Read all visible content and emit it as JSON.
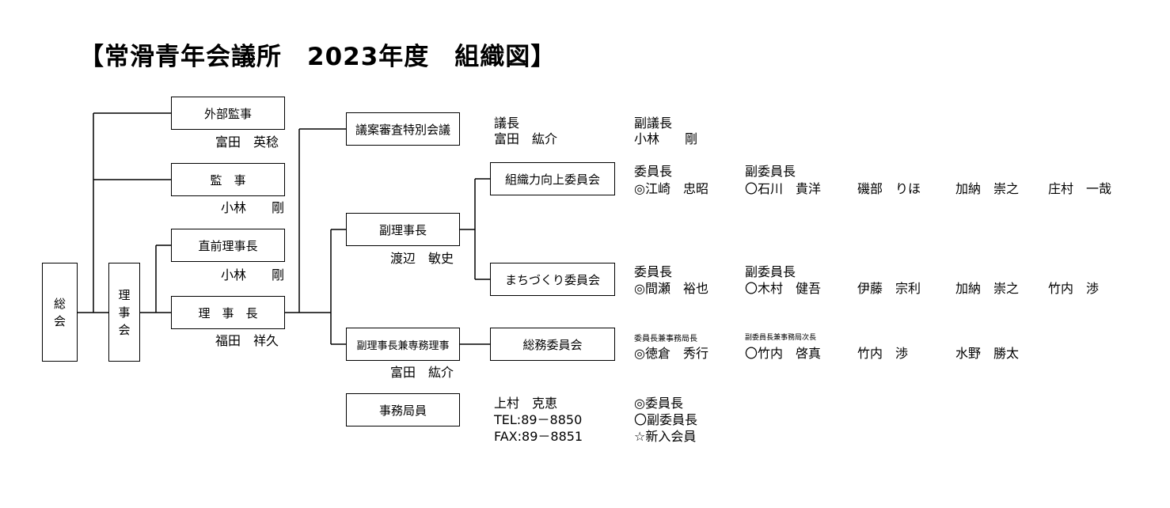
{
  "title": "【常滑青年会議所　2023年度　組織図】",
  "boxes": {
    "soukai": [
      "総",
      "会"
    ],
    "rijikai": [
      "理",
      "事",
      "会"
    ],
    "gaibu_kanji": "外部監事",
    "kanji": "監　事",
    "chokuzen_rijicho": "直前理事長",
    "rijicho": "理　事　長",
    "giansinsa": "議案審査特別会議",
    "fukurijicho": "副理事長",
    "fukurijicho_senmu": "副理事長兼専務理事",
    "jimukyokuin": "事務局員",
    "soshiki_iinkai": "組織力向上委員会",
    "machizukuri_iinkai": "まちづくり委員会",
    "soumu_iinkai": "総務委員会"
  },
  "names": {
    "gaibu_kanji": "富田　英稔",
    "kanji": "小林　　剛",
    "chokuzen_rijicho": "小林　　剛",
    "rijicho": "福田　祥久",
    "fukurijicho": "渡辺　敏史",
    "fukurijicho_senmu": "富田　紘介"
  },
  "giansinsa_detail": {
    "chair_label": "議長",
    "chair_name": "富田　紘介",
    "vice_label": "副議長",
    "vice_name": "小林　　剛"
  },
  "soshiki_detail": {
    "chair_label": "委員長",
    "chair_name": "◎江崎　忠昭",
    "vice_label": "副委員長",
    "vice_name": "〇石川　貴洋",
    "members": [
      "磯部　りほ",
      "加納　崇之",
      "庄村　一哉"
    ]
  },
  "machizukuri_detail": {
    "chair_label": "委員長",
    "chair_name": "◎間瀬　裕也",
    "vice_label": "副委員長",
    "vice_name": "〇木村　健吾",
    "members": [
      "伊藤　宗利",
      "加納　崇之",
      "竹内　渉"
    ]
  },
  "soumu_detail": {
    "chair_label": "委員長兼事務局長",
    "chair_name": "◎徳倉　秀行",
    "vice_label": "副委員長兼事務局次長",
    "vice_name": "〇竹内　啓真",
    "members": [
      "竹内　渉",
      "水野　勝太"
    ]
  },
  "jimukyoku_detail": {
    "name": "上村　克恵",
    "tel": "TEL:89－8850",
    "fax": "FAX:89－8851"
  },
  "legend": [
    "◎委員長",
    "〇副委員長",
    "☆新入会員"
  ]
}
